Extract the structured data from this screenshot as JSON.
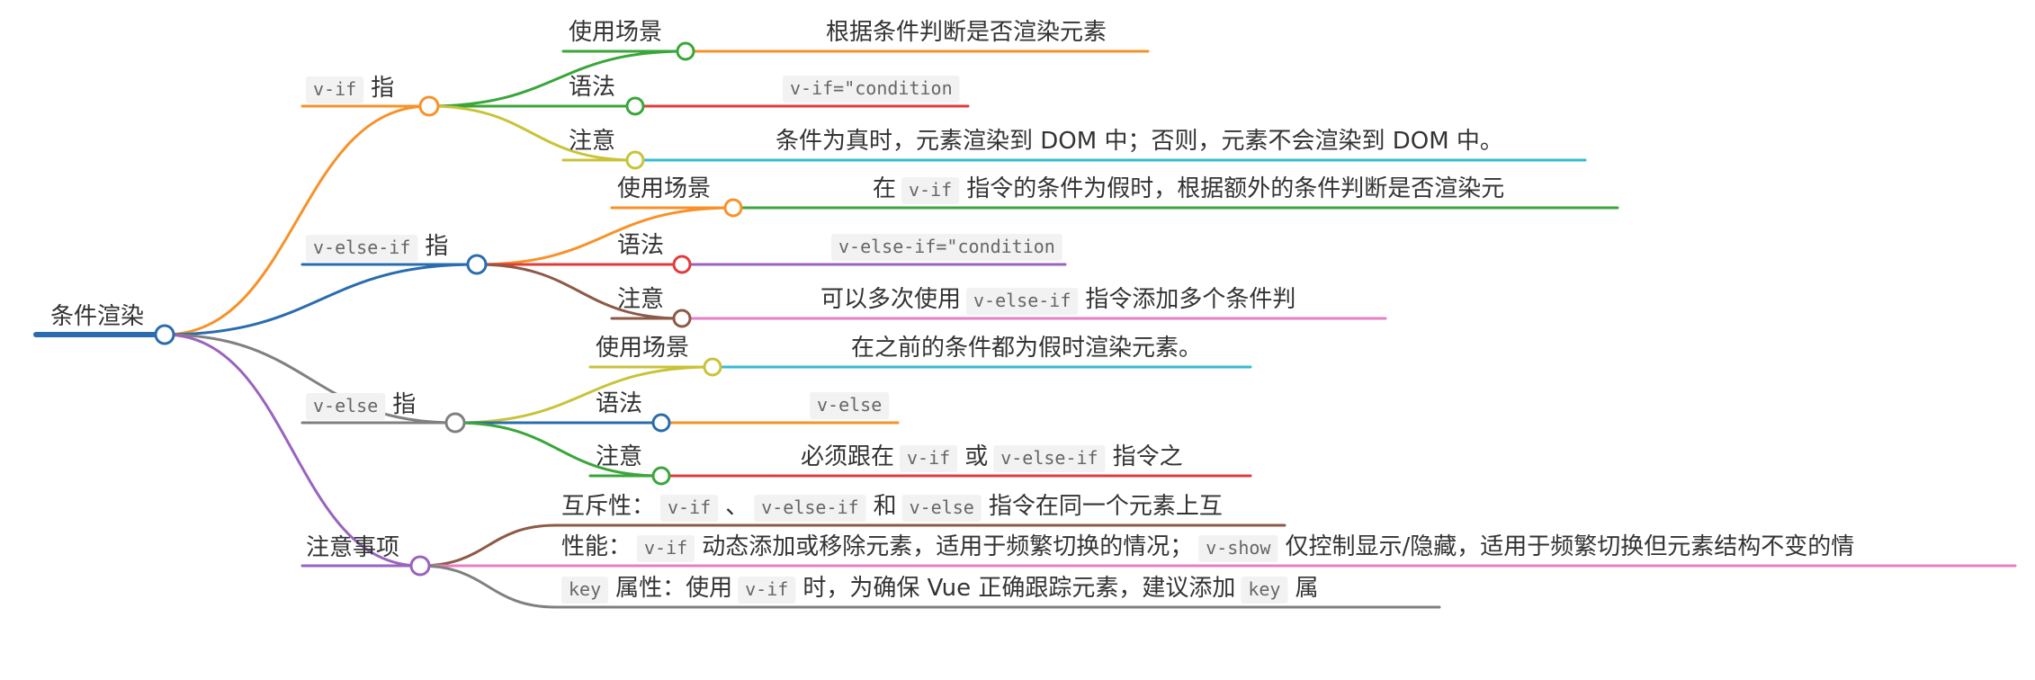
{
  "root": {
    "label": "条件渲染",
    "color": "#2a6cad"
  },
  "branches": [
    {
      "id": "vif",
      "color": "#f7922a",
      "label": [
        {
          "t": "code",
          "s": "v-if"
        },
        {
          "t": "text",
          "s": "指"
        }
      ],
      "children": [
        {
          "color": "#3aa63a",
          "label": [
            {
              "t": "text",
              "s": "使用场景"
            }
          ],
          "leaf": {
            "color": "#f7922a",
            "parts": [
              {
                "t": "text",
                "s": "根据条件判断是否渲染元素"
              }
            ]
          }
        },
        {
          "color": "#3aa63a",
          "label": [
            {
              "t": "text",
              "s": "语法"
            }
          ],
          "leaf": {
            "color": "#e03c3c",
            "parts": [
              {
                "t": "code",
                "s": "v-if=\"condition"
              }
            ]
          }
        },
        {
          "color": "#c8c338",
          "label": [
            {
              "t": "text",
              "s": "注意"
            }
          ],
          "leaf": {
            "color": "#33bcd2",
            "parts": [
              {
                "t": "text",
                "s": "条件为真时，元素渲染到 DOM 中；否则，元素不会渲染到 DOM 中。"
              }
            ]
          }
        }
      ]
    },
    {
      "id": "velseif",
      "color": "#2a6cad",
      "label": [
        {
          "t": "code",
          "s": "v-else-if"
        },
        {
          "t": "text",
          "s": "指"
        }
      ],
      "children": [
        {
          "color": "#f7922a",
          "label": [
            {
              "t": "text",
              "s": "使用场景"
            }
          ],
          "leaf": {
            "color": "#3aa63a",
            "parts": [
              {
                "t": "text",
                "s": "在"
              },
              {
                "t": "code",
                "s": "v-if"
              },
              {
                "t": "text",
                "s": "指令的条件为假时，根据额外的条件判断是否渲染元"
              }
            ]
          }
        },
        {
          "color": "#e03c3c",
          "label": [
            {
              "t": "text",
              "s": "语法"
            }
          ],
          "leaf": {
            "color": "#9a63be",
            "parts": [
              {
                "t": "code",
                "s": "v-else-if=\"condition"
              }
            ]
          }
        },
        {
          "color": "#8c5a46",
          "label": [
            {
              "t": "text",
              "s": "注意"
            }
          ],
          "leaf": {
            "color": "#e57fc6",
            "parts": [
              {
                "t": "text",
                "s": "可以多次使用"
              },
              {
                "t": "code",
                "s": "v-else-if"
              },
              {
                "t": "text",
                "s": "指令添加多个条件判"
              }
            ]
          }
        }
      ]
    },
    {
      "id": "velse",
      "color": "#808080",
      "label": [
        {
          "t": "code",
          "s": "v-else"
        },
        {
          "t": "text",
          "s": "指"
        }
      ],
      "children": [
        {
          "color": "#c8c338",
          "label": [
            {
              "t": "text",
              "s": "使用场景"
            }
          ],
          "leaf": {
            "color": "#33bcd2",
            "parts": [
              {
                "t": "text",
                "s": "在之前的条件都为假时渲染元素。"
              }
            ]
          }
        },
        {
          "color": "#2a6cad",
          "label": [
            {
              "t": "text",
              "s": "语法"
            }
          ],
          "leaf": {
            "color": "#f7922a",
            "parts": [
              {
                "t": "code",
                "s": "v-else"
              }
            ]
          }
        },
        {
          "color": "#3aa63a",
          "label": [
            {
              "t": "text",
              "s": "注意"
            }
          ],
          "leaf": {
            "color": "#e03c3c",
            "parts": [
              {
                "t": "text",
                "s": "必须跟在"
              },
              {
                "t": "code",
                "s": "v-if"
              },
              {
                "t": "text",
                "s": "或"
              },
              {
                "t": "code",
                "s": "v-else-if"
              },
              {
                "t": "text",
                "s": "指令之"
              }
            ]
          }
        }
      ]
    },
    {
      "id": "notes",
      "color": "#9a63be",
      "label": [
        {
          "t": "text",
          "s": "注意事项"
        }
      ],
      "children": [
        {
          "color": "#8c5a46",
          "label": [
            {
              "t": "text",
              "s": "互斥性："
            },
            {
              "t": "code",
              "s": "v-if"
            },
            {
              "t": "text",
              "s": "、"
            },
            {
              "t": "code",
              "s": "v-else-if"
            },
            {
              "t": "text",
              "s": "和"
            },
            {
              "t": "code",
              "s": "v-else"
            },
            {
              "t": "text",
              "s": "指令在同一个元素上互"
            }
          ]
        },
        {
          "color": "#e57fc6",
          "label": [
            {
              "t": "text",
              "s": "性能："
            },
            {
              "t": "code",
              "s": "v-if"
            },
            {
              "t": "text",
              "s": "动态添加或移除元素，适用于频繁切换的情况；"
            },
            {
              "t": "code",
              "s": "v-show"
            },
            {
              "t": "text",
              "s": "仅控制显示/隐藏，适用于频繁切换但元素结构不变的情"
            }
          ]
        },
        {
          "color": "#808080",
          "label": [
            {
              "t": "code",
              "s": "key"
            },
            {
              "t": "text",
              "s": "属性：使用"
            },
            {
              "t": "code",
              "s": "v-if"
            },
            {
              "t": "text",
              "s": "时，为确保 Vue 正确跟踪元素，建议添加"
            },
            {
              "t": "code",
              "s": "key"
            },
            {
              "t": "text",
              "s": "属"
            }
          ]
        }
      ]
    }
  ]
}
